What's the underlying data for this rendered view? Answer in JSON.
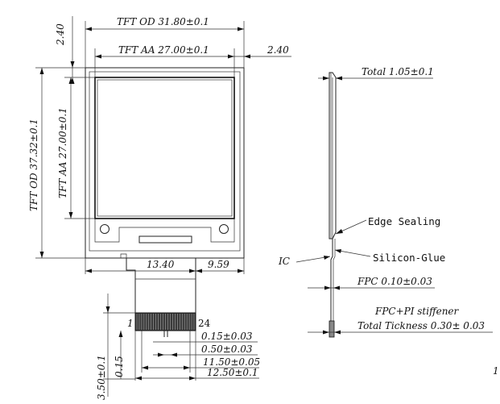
{
  "front_view": {
    "od_width": "TFT OD 31.80±0.1",
    "aa_width": "TFT AA 27.00±0.1",
    "top_margin": "2.40",
    "right_margin": "2.40",
    "od_height": "TFT OD 37.32±0.1",
    "aa_height": "TFT AA 27.00±0.1",
    "fpc_left_offset": "13.40",
    "fpc_right_offset": "9.59"
  },
  "fpc_detail": {
    "pin_first": "1",
    "pin_last": "24",
    "pin_width": "0.15±0.03",
    "pin_pitch": "0.50±0.03",
    "pin_span": "11.50±0.05",
    "fpc_width": "12.50±0.1",
    "stiffener_length": "3.50±0.1",
    "contact_height": "0.15"
  },
  "side_view": {
    "total": "Total 1.05±0.1",
    "edge_sealing": "Edge Sealing",
    "silicon_glue": "Silicon-Glue",
    "ic": "IC",
    "fpc_thickness": "FPC 0.10±0.03",
    "stiffener_label": "FPC+PI stiffener",
    "total_thickness": "Total Tickness 0.30± 0.03"
  },
  "page_number": "1"
}
